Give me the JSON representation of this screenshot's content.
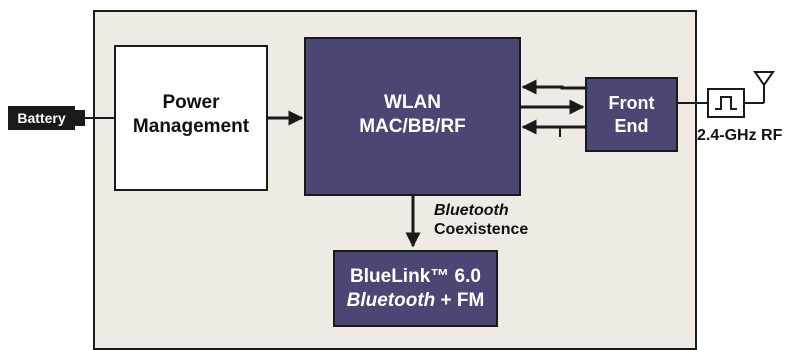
{
  "battery": {
    "label": "Battery"
  },
  "power_management": {
    "line1": "Power",
    "line2": "Management"
  },
  "wlan": {
    "line1": "WLAN",
    "line2": "MAC/BB/RF"
  },
  "front_end": {
    "line1": "Front",
    "line2": "End"
  },
  "rf": {
    "label": "2.4-GHz RF"
  },
  "coexistence": {
    "line1": "Bluetooth",
    "line2": "Coexistence"
  },
  "bluelink": {
    "line1": "BlueLink™ 6.0",
    "line2_italic": "Bluetooth",
    "line2_rest": " + FM"
  }
}
